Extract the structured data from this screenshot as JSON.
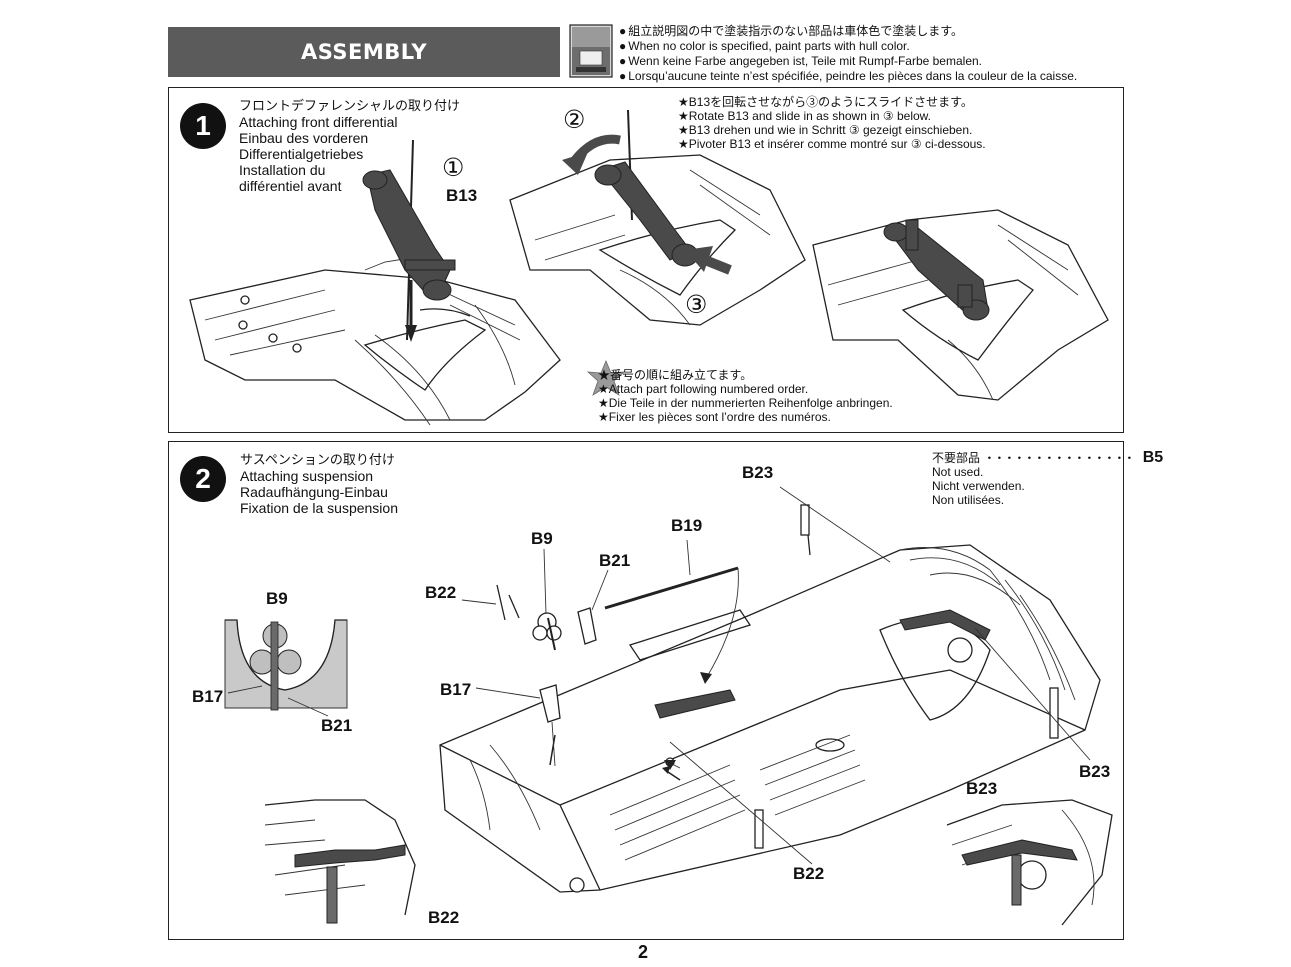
{
  "header": {
    "title": "ASSEMBLY",
    "notes": [
      "組立説明図の中で塗装指示のない部品は車体色で塗装します。",
      "When no color is specified, paint parts with hull color.",
      "Wenn keine Farbe angegeben ist, Teile mit Rumpf-Farbe bemalen.",
      "Lorsqu’aucune teinte n’est spécifiée, peindre les pièces dans la couleur de la caisse."
    ]
  },
  "step1": {
    "number": "1",
    "title": [
      "フロントデファレンシャルの取り付け",
      "Attaching front differential",
      "Einbau des vorderen",
      "Differentialgetriebes",
      "Installation du",
      "différentiel avant"
    ],
    "rotate_notes": [
      "B13を回転させながら③のようにスライドさせます。",
      "Rotate B13 and slide in as shown in ③ below.",
      "B13 drehen und wie in Schritt ③ gezeigt einschieben.",
      "Pivoter B13 et insérer comme montré sur ③ ci-dessous."
    ],
    "order_notes": [
      "番号の順に組み立てます。",
      "Attach part following numbered order.",
      "Die Teile in der nummerierten Reihenfolge anbringen.",
      "Fixer les pièces sont l’ordre des numéros."
    ],
    "labels": {
      "b13": "B13",
      "n1": "①",
      "n2": "②",
      "n3": "③"
    }
  },
  "step2": {
    "number": "2",
    "title": [
      "サスペンションの取り付け",
      "Attaching suspension",
      "Radaufhängung-Einbau",
      "Fixation de la suspension"
    ],
    "not_used": {
      "jp": "不要部品",
      "dots": "・・・・・・・・・・・・・・・",
      "part": "B5",
      "lines": [
        "Not used.",
        "Nicht verwenden.",
        "Non utilisées."
      ]
    },
    "labels": {
      "b9_inset": "B9",
      "b17_inset": "B17",
      "b21_inset": "B21",
      "b22_topleft": "B22",
      "b9": "B9",
      "b21": "B21",
      "b19": "B19",
      "b23_top": "B23",
      "b17": "B17",
      "b23_right": "B23",
      "b22_bottom": "B22",
      "b23_inset": "B23",
      "b22_inset": "B22"
    }
  },
  "footer": {
    "page_number": "2"
  },
  "colors": {
    "banner": "#5b5b5b",
    "ink": "#111111"
  }
}
